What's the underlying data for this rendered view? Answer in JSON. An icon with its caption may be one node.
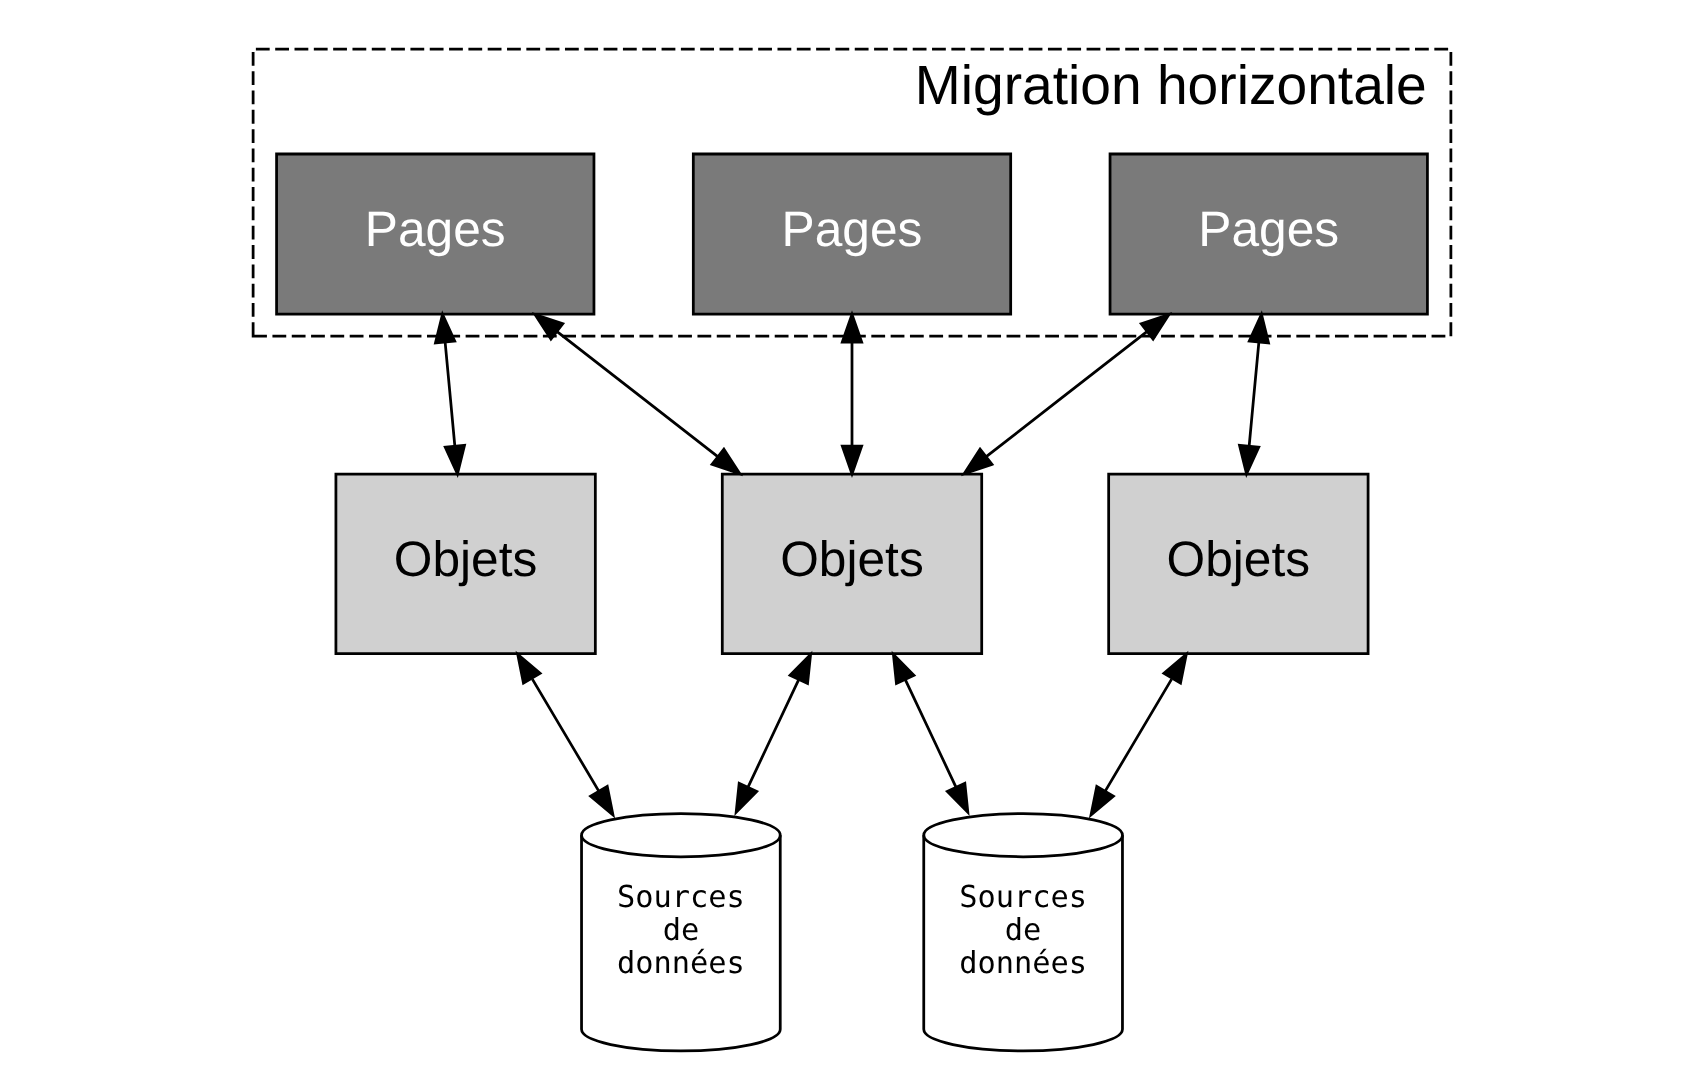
{
  "diagram": {
    "nodes": [
      {
        "text": [
          "Migration horizontale"
        ]
      },
      {
        "text": [
          "Pages"
        ],
        "in": 0
      },
      {
        "text": [
          "Pages"
        ],
        "in": 0
      },
      {
        "text": [
          "Pages"
        ],
        "in": 0
      },
      {
        "text": [
          "Objets"
        ]
      },
      {
        "text": [
          "Objets"
        ]
      },
      {
        "text": [
          "Objets"
        ]
      },
      {
        "text": [
          "Sources de données"
        ]
      },
      {
        "text": [
          "Sources de données"
        ]
      }
    ],
    "edges": [
      {
        "from": 1,
        "to": 4,
        "arrow": "both"
      },
      {
        "from": 1,
        "to": 5,
        "arrow": "both"
      },
      {
        "from": 2,
        "to": 5,
        "arrow": "both"
      },
      {
        "from": 2,
        "to": 6,
        "arrow": "both"
      },
      {
        "from": 3,
        "to": 5,
        "arrow": "both"
      },
      {
        "from": 4,
        "to": 7,
        "arrow": "both"
      },
      {
        "from": 5,
        "to": 7,
        "arrow": "both"
      },
      {
        "from": 5,
        "to": 8,
        "arrow": "both"
      },
      {
        "from": 6,
        "to": 8,
        "arrow": "both"
      }
    ]
  }
}
